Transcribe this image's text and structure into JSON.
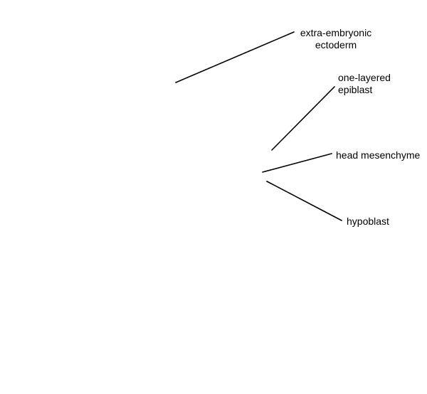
{
  "diagram": {
    "line_color": "#000000",
    "labels": {
      "extra_embryonic_ectoderm": [
        "extra-embryonic",
        "ectoderm"
      ],
      "one_layered_epiblast": [
        "one-layered",
        "epiblast"
      ],
      "head_mesenchyme": "head mesenchyme",
      "hypoblast": "hypoblast"
    }
  }
}
